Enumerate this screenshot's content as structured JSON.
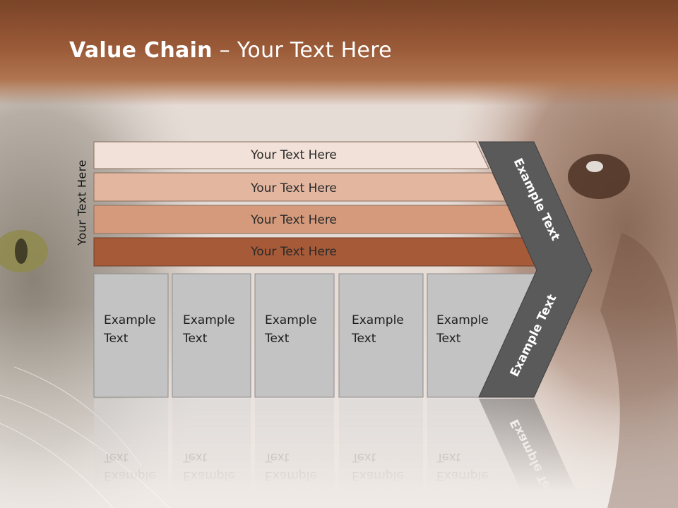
{
  "title": {
    "bold": "Value Chain",
    "rest": " – Your Text Here"
  },
  "side_label": "Your Text Here",
  "bars": [
    {
      "label": "Your Text Here",
      "color": "#f1e1d8"
    },
    {
      "label": "Your Text Here",
      "color": "#e3b6a0"
    },
    {
      "label": "Your Text Here",
      "color": "#d49a7b"
    },
    {
      "label": "Your Text Here",
      "color": "#a65a38"
    }
  ],
  "boxes": [
    {
      "line1": "Example",
      "line2": "Text"
    },
    {
      "line1": "Example",
      "line2": "Text"
    },
    {
      "line1": "Example",
      "line2": "Text"
    },
    {
      "line1": "Example",
      "line2": "Text"
    },
    {
      "line1": "Example",
      "line2": "Text"
    }
  ],
  "chevron_top_label": "Example Text",
  "chevron_bottom_label": "Example Text",
  "colors": {
    "header": "#9a5a38",
    "box": "#c3c3c3",
    "chevron": "#5a5a5a"
  }
}
